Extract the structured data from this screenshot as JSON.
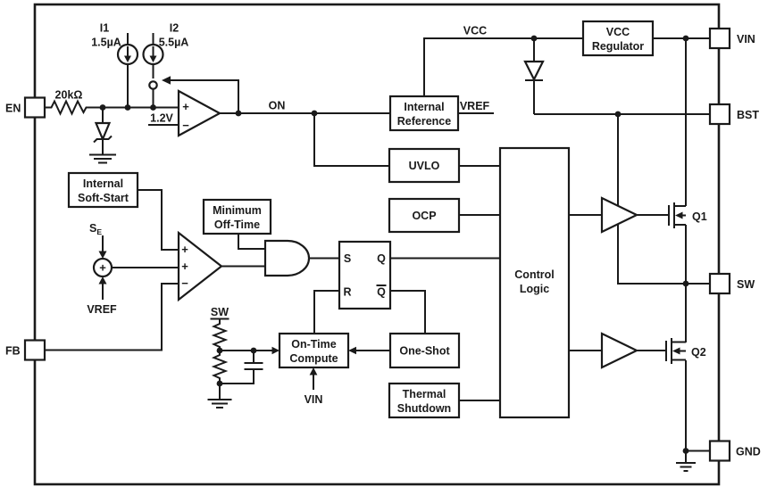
{
  "diagram": {
    "pins": {
      "en": "EN",
      "fb": "FB",
      "vin": "VIN",
      "bst": "BST",
      "sw": "SW",
      "gnd": "GND"
    },
    "blocks": {
      "vcc_regulator": {
        "line1": "VCC",
        "line2": "Regulator"
      },
      "internal_reference": {
        "line1": "Internal",
        "line2": "Reference"
      },
      "uvlo": {
        "label": "UVLO"
      },
      "ocp": {
        "label": "OCP"
      },
      "control_logic": {
        "line1": "Control",
        "line2": "Logic"
      },
      "internal_soft_start": {
        "line1": "Internal",
        "line2": "Soft-Start"
      },
      "minimum_off_time": {
        "line1": "Minimum",
        "line2": "Off-Time"
      },
      "on_time_compute": {
        "line1": "On-Time",
        "line2": "Compute"
      },
      "one_shot": {
        "label": "One-Shot"
      },
      "thermal_shutdown": {
        "line1": "Thermal",
        "line2": "Shutdown"
      }
    },
    "latch": {
      "s": "S",
      "q": "Q",
      "r": "R",
      "qbar": "Q"
    },
    "labels": {
      "i1_name": "I1",
      "i1_value": "1.5µA",
      "i2_name": "I2",
      "i2_value": "5.5µA",
      "en_resistor": "20kΩ",
      "comp_threshold": "1.2V",
      "on_signal": "ON",
      "vcc_net": "VCC",
      "vref_out": "VREF",
      "soft_start_sum": "S",
      "soft_start_sum_sub": "E",
      "vref_in": "VREF",
      "sw_sense": "SW",
      "vin_sense": "VIN",
      "q1": "Q1",
      "q2": "Q2",
      "plus": "+",
      "minus": "−"
    },
    "colors": {
      "ink": "#1a1a1a",
      "background": "#ffffff"
    }
  }
}
